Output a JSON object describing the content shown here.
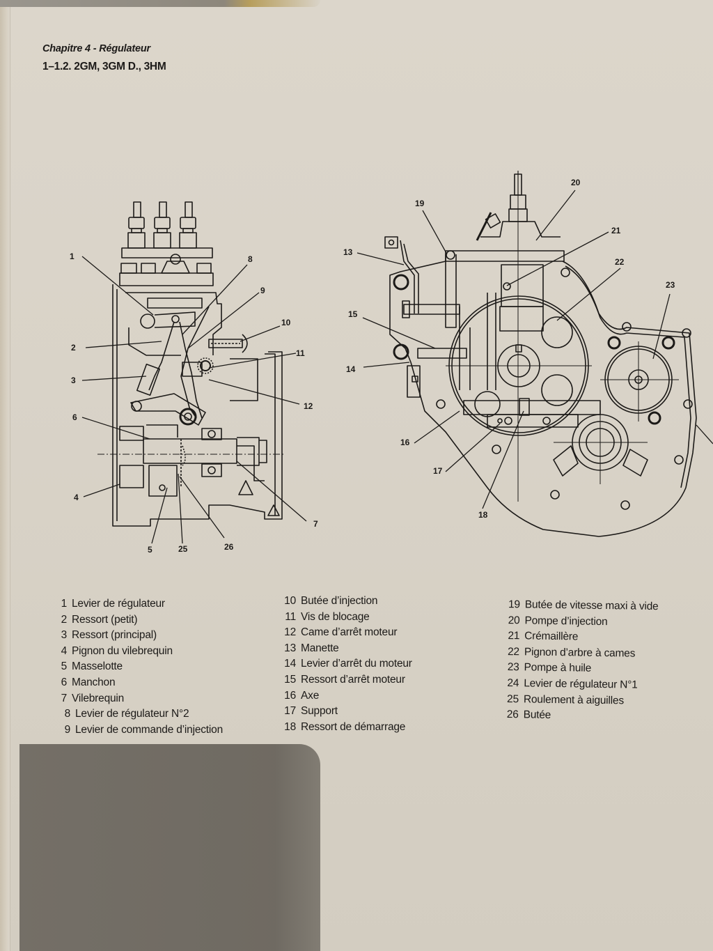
{
  "header": {
    "chapter": "Chapitre 4 - Régulateur",
    "section": "1–1.2. 2GM, 3GM D., 3HM"
  },
  "figures": {
    "left": {
      "callouts": [
        "1",
        "2",
        "3",
        "4",
        "5",
        "6",
        "7",
        "8",
        "9",
        "10",
        "11",
        "12",
        "25",
        "26"
      ]
    },
    "right": {
      "callouts": [
        "13",
        "14",
        "15",
        "16",
        "17",
        "18",
        "19",
        "20",
        "21",
        "22",
        "23"
      ]
    }
  },
  "legend": {
    "col1": [
      {
        "num": "1",
        "label": "Levier de régulateur"
      },
      {
        "num": "2",
        "label": "Ressort (petit)"
      },
      {
        "num": "3",
        "label": "Ressort (principal)"
      },
      {
        "num": "4",
        "label": "Pignon du vilebrequin"
      },
      {
        "num": "5",
        "label": "Masselotte"
      },
      {
        "num": "6",
        "label": "Manchon"
      },
      {
        "num": "7",
        "label": "Vilebrequin"
      },
      {
        "num": "8",
        "label": "Levier de régulateur N°2"
      },
      {
        "num": "9",
        "label": "Levier de commande d’injection"
      }
    ],
    "col2": [
      {
        "num": "10",
        "label": "Butée d’injection"
      },
      {
        "num": "11",
        "label": "Vis de blocage"
      },
      {
        "num": "12",
        "label": "Came d’arrêt moteur"
      },
      {
        "num": "13",
        "label": "Manette"
      },
      {
        "num": "14",
        "label": "Levier d’arrêt du moteur"
      },
      {
        "num": "15",
        "label": "Ressort d’arrêt moteur"
      },
      {
        "num": "16",
        "label": "Axe"
      },
      {
        "num": "17",
        "label": "Support"
      },
      {
        "num": "18",
        "label": "Ressort de démarrage"
      }
    ],
    "col3": [
      {
        "num": "19",
        "label": "Butée de vitesse maxi à vide"
      },
      {
        "num": "20",
        "label": "Pompe d’injection"
      },
      {
        "num": "21",
        "label": "Crémaillère"
      },
      {
        "num": "22",
        "label": "Pignon d’arbre à cames"
      },
      {
        "num": "23",
        "label": "Pompe à huile"
      },
      {
        "num": "24",
        "label": "Levier de régulateur N°1"
      },
      {
        "num": "25",
        "label": "Roulement à aiguilles"
      },
      {
        "num": "26",
        "label": "Butée"
      }
    ]
  },
  "colors": {
    "paper": "#dad4c9",
    "ink": "#1c1a18",
    "shadow": "#6c675f"
  }
}
